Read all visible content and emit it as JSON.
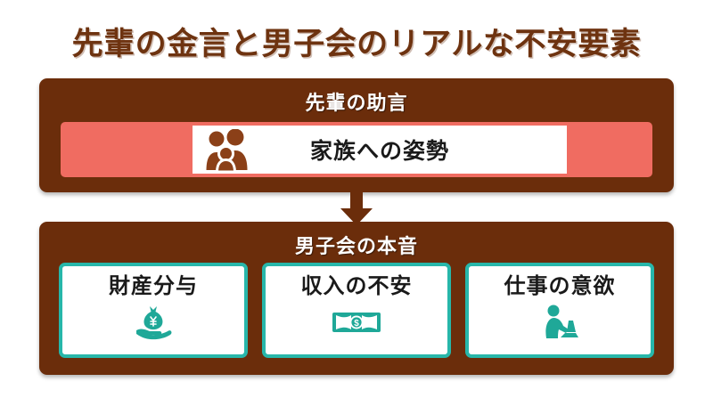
{
  "title": "先輩の金言と男子会のリアルな不安要素",
  "colors": {
    "title_brown": "#6E3310",
    "panel_brown": "#6B2D0B",
    "coral": "#F06C61",
    "teal": "#27B7AA",
    "icon_brown": "#8B4018",
    "card_white": "#FFFFFF",
    "text_black": "#1A1A1A"
  },
  "advice_panel": {
    "heading": "先輩の助言",
    "item": {
      "label": "家族への姿勢",
      "icon": "family-icon"
    }
  },
  "connector": {
    "icon": "arrow-down-icon"
  },
  "honne_panel": {
    "heading": "男子会の本音",
    "cards": [
      {
        "label": "財産分与",
        "icon": "money-bag-in-hand-icon"
      },
      {
        "label": "収入の不安",
        "icon": "dollar-bill-icon"
      },
      {
        "label": "仕事の意欲",
        "icon": "person-at-laptop-icon"
      }
    ]
  }
}
